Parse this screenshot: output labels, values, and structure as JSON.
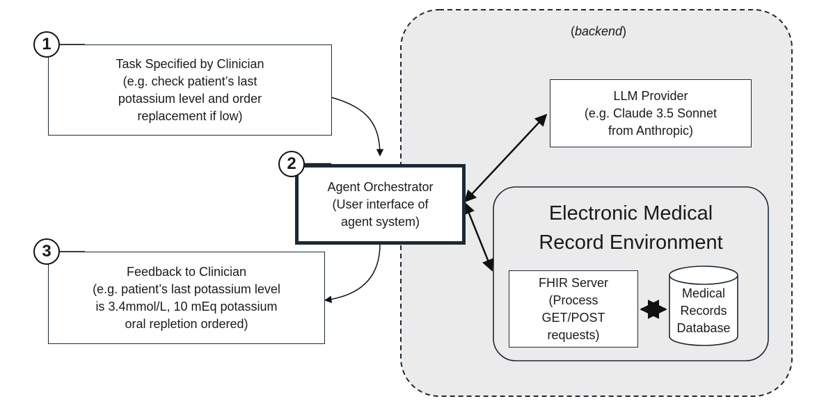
{
  "backend": {
    "label_open": "(",
    "label_word": "backend",
    "label_close": ")"
  },
  "task": {
    "number": "1",
    "lines": [
      "Task Specified by Clinician",
      "(e.g. check patient’s last",
      "potassium level and order",
      "replacement if low)"
    ]
  },
  "orchestrator": {
    "number": "2",
    "lines": [
      "Agent Orchestrator",
      "(User interface of",
      "agent system)"
    ]
  },
  "feedback": {
    "number": "3",
    "lines": [
      "Feedback to Clinician",
      "(e.g. patient’s last potassium level",
      "is 3.4mmol/L, 10 mEq potassium",
      "oral repletion ordered)"
    ]
  },
  "llm": {
    "lines": [
      "LLM Provider",
      "(e.g. Claude 3.5 Sonnet",
      "from Anthropic)"
    ]
  },
  "emr": {
    "title_lines": [
      "Electronic Medical",
      "Record Environment"
    ]
  },
  "fhir": {
    "lines": [
      "FHIR Server",
      "(Process",
      "GET/POST",
      "requests)"
    ]
  },
  "database": {
    "lines": [
      "Medical",
      "Records",
      "Database"
    ]
  },
  "colors": {
    "backend_fill": "#ebebeb",
    "border_dark": "#1b2a38",
    "line": "#111111"
  }
}
